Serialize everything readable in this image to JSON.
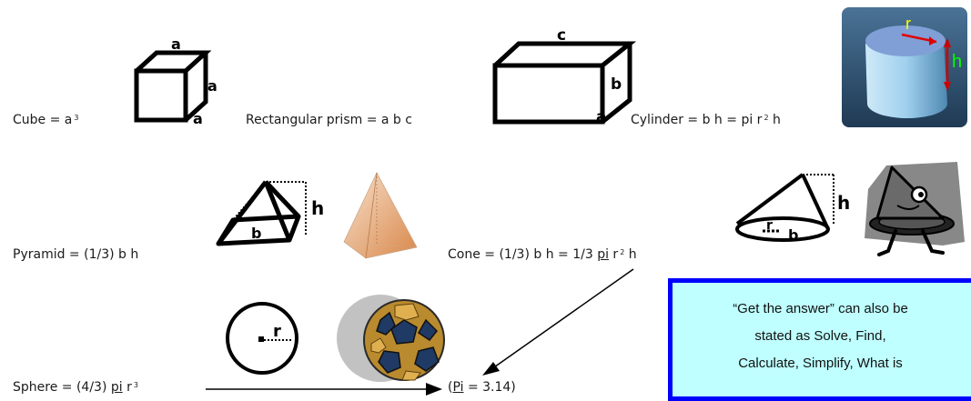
{
  "formulas": {
    "cube": {
      "label": "Cube = a",
      "exp": "3"
    },
    "prism": {
      "label": "Rectangular prism = a b c"
    },
    "cylinder": {
      "label": "Cylinder = b h = pi r",
      "exp": "2",
      "tail": "h"
    },
    "pyramid": {
      "label": "Pyramid = (1/3) b h"
    },
    "cone": {
      "label": "Cone = (1/3) b h = 1/3 ",
      "pi": "pi",
      "r": " r",
      "exp": "2",
      "tail": "h"
    },
    "sphere": {
      "label": "Sphere = (4/3) ",
      "pi": "pi",
      "r": " r",
      "exp": "3"
    },
    "pi_value": {
      "open": "(",
      "pi": "Pi",
      "rest": " = 3.14)"
    }
  },
  "figure_labels": {
    "cube_top": "a",
    "cube_side": "a",
    "cube_bottom": "a",
    "prism_top": "c",
    "prism_side": "b",
    "prism_bottom": "a",
    "cylinder_r": "r",
    "cylinder_h": "h",
    "pyramid_b": "b",
    "pyramid_h": "h",
    "cone_r": "r",
    "cone_b": "b",
    "cone_h": "h",
    "sphere_r": "r"
  },
  "note": {
    "line1": "“Get the answer” can also be",
    "line2": "stated as  Solve, Find,",
    "line3": "Calculate, Simplify, What is"
  },
  "colors": {
    "note_bg": "#bfffff",
    "note_border": "#0000ff",
    "cylinder_r": "#ffff00",
    "cylinder_h": "#00ff00"
  }
}
